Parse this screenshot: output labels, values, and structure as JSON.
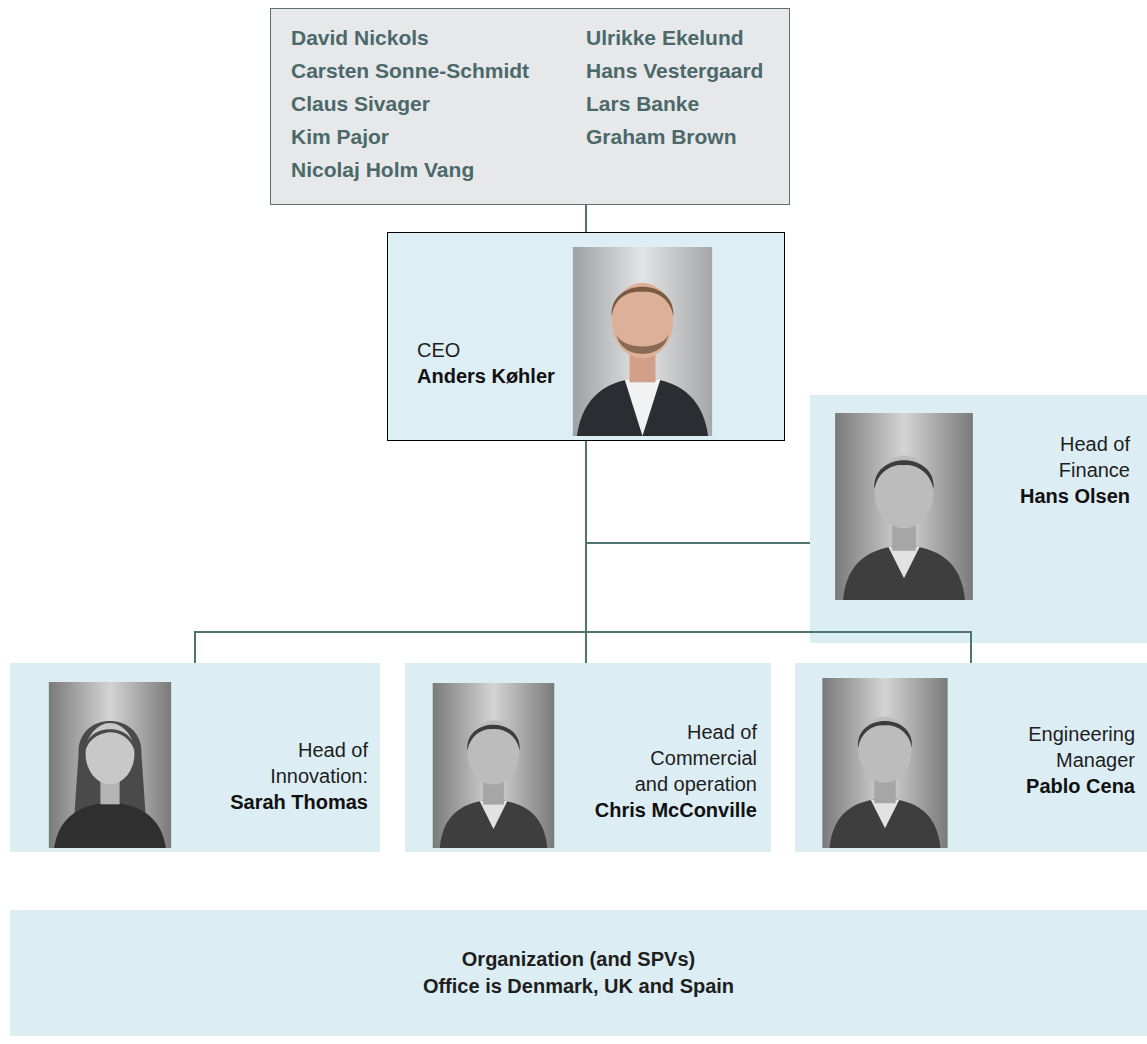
{
  "diagram": {
    "nodes": [
      {
        "text": [
          "David Nickols",
          "Carsten Sonne-Schmidt",
          "Claus Sivager",
          "Kim Pajor",
          "Nicolaj Holm Vang",
          "Ulrikke Ekelund",
          "Hans Vestergaard",
          "Lars Banke",
          "Graham Brown"
        ]
      },
      {
        "text": [
          "CEO",
          "Anders Køhler"
        ]
      },
      {
        "text": [
          "Head of Finance",
          "Hans Olsen"
        ]
      },
      {
        "text": [
          "Head of Innovation:",
          "Sarah Thomas"
        ]
      },
      {
        "text": [
          "Head of Commercial and operation",
          "Chris McConville"
        ]
      },
      {
        "text": [
          "Engineering Manager",
          "Pablo Cena"
        ]
      },
      {
        "text": [
          "Organization (and SPVs)",
          "Office is Denmark, UK and Spain"
        ]
      }
    ],
    "edges": [
      {
        "from": 0,
        "to": 1,
        "arrow": "none"
      },
      {
        "from": 1,
        "to": 2,
        "arrow": "none"
      },
      {
        "from": 1,
        "to": 3,
        "arrow": "none"
      },
      {
        "from": 1,
        "to": 4,
        "arrow": "none"
      },
      {
        "from": 1,
        "to": 5,
        "arrow": "none"
      }
    ]
  }
}
